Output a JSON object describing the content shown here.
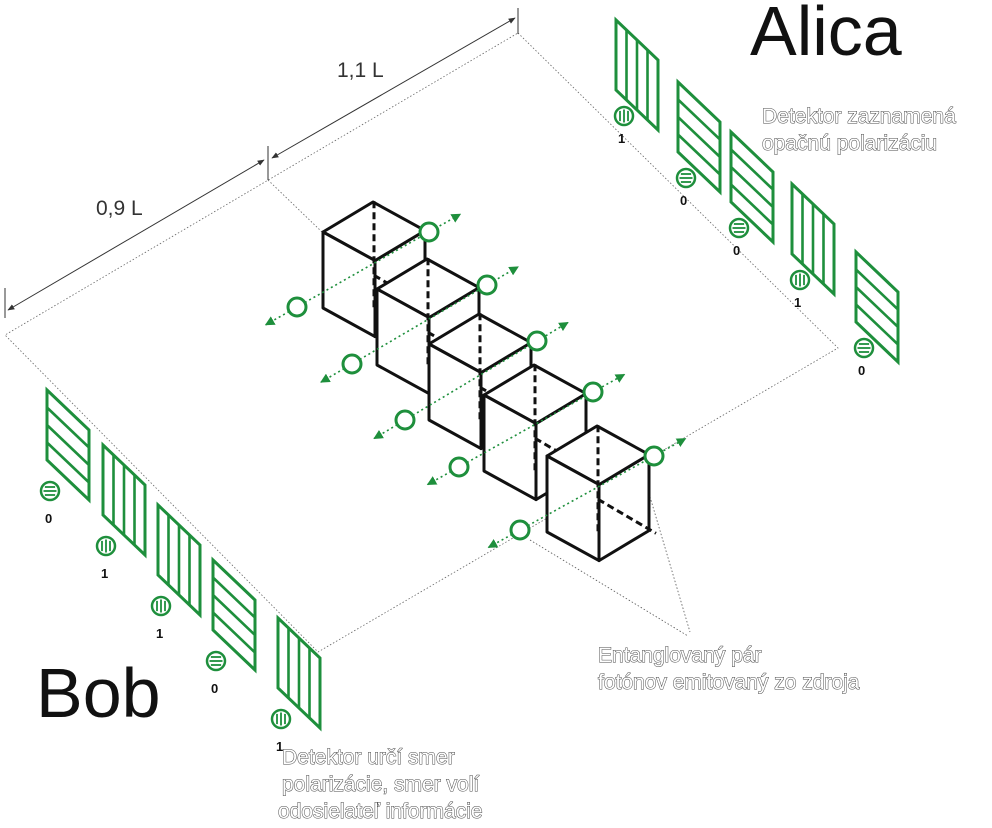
{
  "labels": {
    "alice": "Alica",
    "bob": "Bob",
    "dim_long": "1,1 L",
    "dim_short": "0,9 L",
    "alice_note": [
      "Detektor zaznamená",
      "opačnú polarizáciu"
    ],
    "source_note": [
      "Entanglovaný pár",
      "fotónov emitovaný zo zdroja"
    ],
    "bob_note": [
      "Detektor určí smer",
      "polarizácie, smer volí",
      "odosielateľ informácie"
    ]
  },
  "alice_detectors": [
    {
      "orientation": "vertical",
      "photon": "vertical",
      "bit": "1"
    },
    {
      "orientation": "horizontal",
      "photon": "horizontal",
      "bit": "0"
    },
    {
      "orientation": "horizontal",
      "photon": "horizontal",
      "bit": "0"
    },
    {
      "orientation": "vertical",
      "photon": "vertical",
      "bit": "1"
    },
    {
      "orientation": "horizontal",
      "photon": "horizontal",
      "bit": "0"
    }
  ],
  "bob_detectors": [
    {
      "orientation": "horizontal",
      "photon": "horizontal",
      "bit": "0"
    },
    {
      "orientation": "vertical",
      "photon": "vertical",
      "bit": "1"
    },
    {
      "orientation": "vertical",
      "photon": "vertical",
      "bit": "1"
    },
    {
      "orientation": "horizontal",
      "photon": "horizontal",
      "bit": "0"
    },
    {
      "orientation": "vertical",
      "photon": "vertical",
      "bit": "1"
    }
  ],
  "source_count": 5,
  "colors": {
    "detector": "#1e8f3c",
    "photon": "#1e8f3c",
    "cube": "#111111",
    "line": "#333333"
  }
}
